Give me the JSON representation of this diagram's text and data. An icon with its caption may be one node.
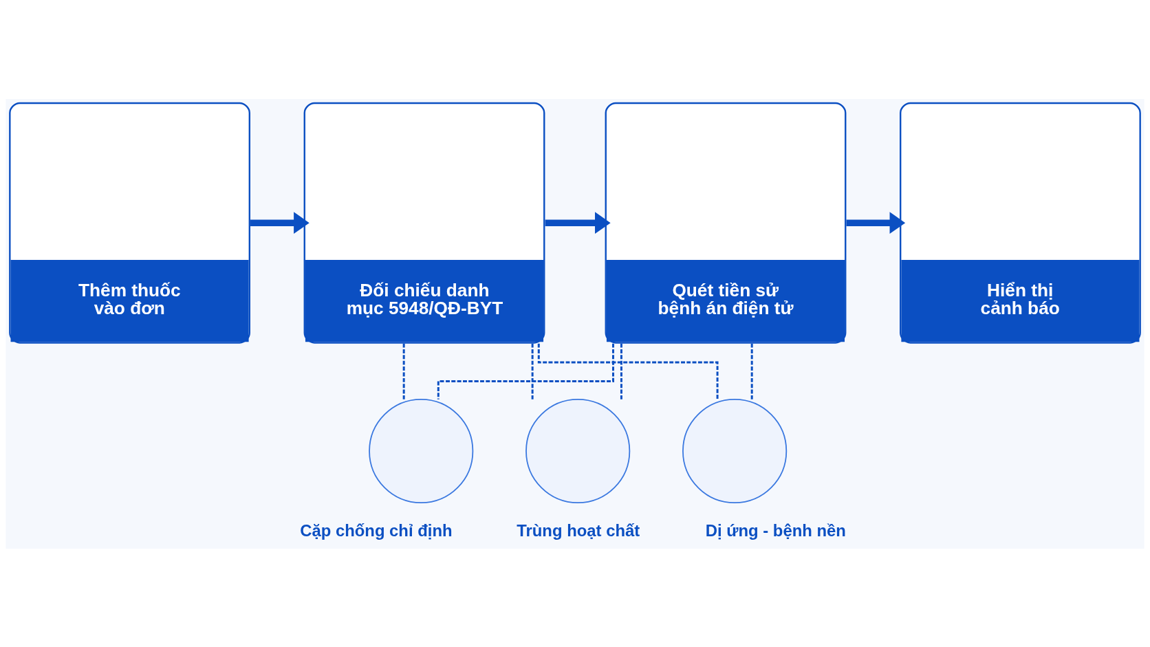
{
  "diagram": {
    "nodes": [
      {
        "text": [
          "Thêm thuốc vào đơn"
        ]
      },
      {
        "text": [
          "Đối chiếu danh mục 5948/QĐ-BYT"
        ]
      },
      {
        "text": [
          "Quét tiền sử bệnh án điện tử"
        ]
      },
      {
        "text": [
          "Hiển thị cảnh báo"
        ]
      },
      {
        "text": [],
        "shape": "circle",
        "beside": [
          "Cặp chống chỉ định"
        ]
      },
      {
        "text": [],
        "shape": "circle",
        "beside": [
          "Trùng hoạt chất"
        ]
      },
      {
        "text": [],
        "shape": "circle",
        "beside": [
          "Dị ứng - bệnh nền"
        ]
      }
    ],
    "edges": [
      {
        "from": 0,
        "to": 1,
        "arrow": "to",
        "style": "thick"
      },
      {
        "from": 1,
        "to": 2,
        "arrow": "to",
        "style": "thick"
      },
      {
        "from": 2,
        "to": 3,
        "arrow": "to",
        "style": "thick"
      },
      {
        "from": 1,
        "to": 4,
        "arrow": "none",
        "style": "dashed"
      },
      {
        "from": 1,
        "to": 5,
        "arrow": "none",
        "style": "dashed"
      },
      {
        "from": 1,
        "to": 6,
        "arrow": "none",
        "style": "dashed"
      },
      {
        "from": 2,
        "to": 4,
        "arrow": "none",
        "style": "dashed"
      },
      {
        "from": 2,
        "to": 5,
        "arrow": "none",
        "style": "dashed"
      },
      {
        "from": 2,
        "to": 6,
        "arrow": "none",
        "style": "dashed"
      }
    ]
  }
}
